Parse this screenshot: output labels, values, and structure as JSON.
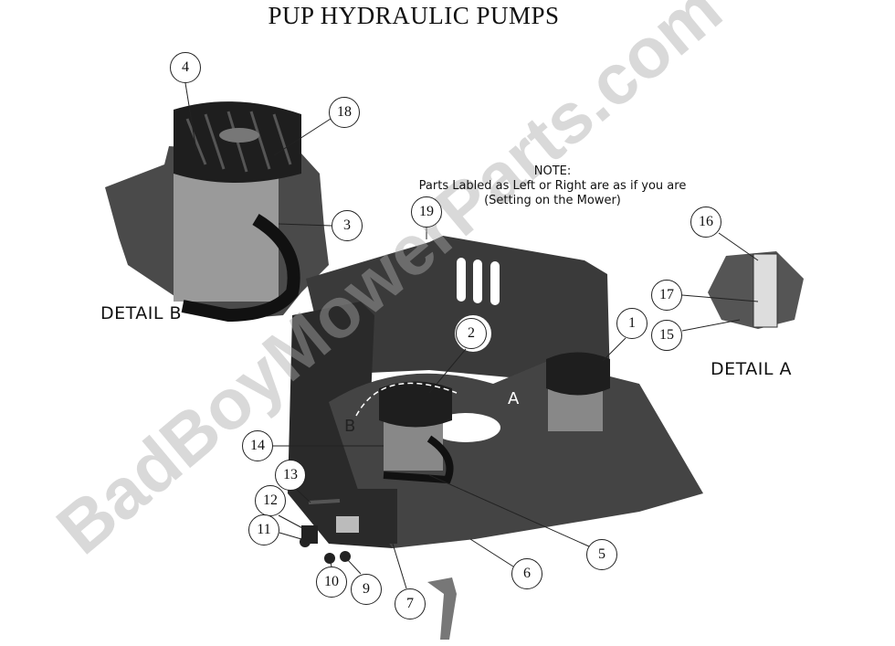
{
  "title": "PUP HYDRAULIC PUMPS",
  "note": {
    "heading": "NOTE:",
    "line1": "Parts Labled as Left or Right are as if you are",
    "line2": "(Setting on the Mower)"
  },
  "details": {
    "detail_a": "DETAIL A",
    "detail_b": "DETAIL B",
    "view_a": "A",
    "view_b": "B"
  },
  "watermark": "BadBoyMowerParts.com",
  "callouts": [
    "4",
    "18",
    "3",
    "19",
    "16",
    "17",
    "15",
    "2",
    "1",
    "14",
    "13",
    "12",
    "11",
    "10",
    "9",
    "7",
    "6",
    "5"
  ],
  "colors": {
    "part": "#3a3a3a",
    "dark": "#1c1c1c",
    "light": "#bdbdbd"
  }
}
